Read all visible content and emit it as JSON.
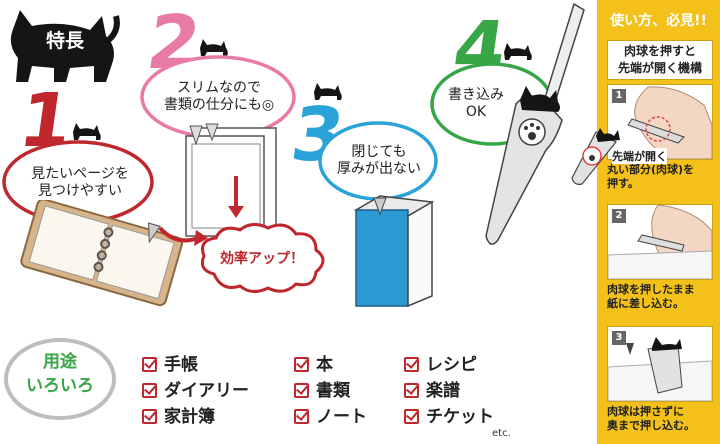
{
  "header": {
    "label": "特長"
  },
  "features": [
    {
      "number": "1",
      "line1": "見たいページを",
      "line2": "見つけやすい",
      "color": "#c0272d"
    },
    {
      "number": "2",
      "line1": "スリムなので",
      "line2": "書類の仕分にも◎",
      "color": "#e87aa6"
    },
    {
      "number": "3",
      "line1": "閉じても",
      "line2": "厚みが出ない",
      "color": "#2aa3d8"
    },
    {
      "number": "4",
      "line1": "書き込み",
      "line2": "OK",
      "color": "#37a646"
    }
  ],
  "callout": "効率アップ！",
  "sidebar": {
    "title": "使い方、必見!!",
    "heading_line1": "肉球を押すと",
    "heading_line2": "先端が開く機構",
    "overlay_open": "先端が開く",
    "steps": [
      {
        "number": "1",
        "line1": "丸い部分(肉球)を",
        "line2": "押す。"
      },
      {
        "number": "2",
        "line1": "肉球を押したまま",
        "line2": "紙に差し込む。"
      },
      {
        "number": "3",
        "line1": "肉球は押さずに",
        "line2": "奥まで押し込む。"
      }
    ]
  },
  "uses": {
    "badge_line1": "用途",
    "badge_line2": "いろいろ",
    "col1": [
      "手帳",
      "ダイアリー",
      "家計簿"
    ],
    "col2": [
      "本",
      "書類",
      "ノート"
    ],
    "col3": [
      "レシピ",
      "楽譜",
      "チケット"
    ],
    "etc": "etc."
  }
}
